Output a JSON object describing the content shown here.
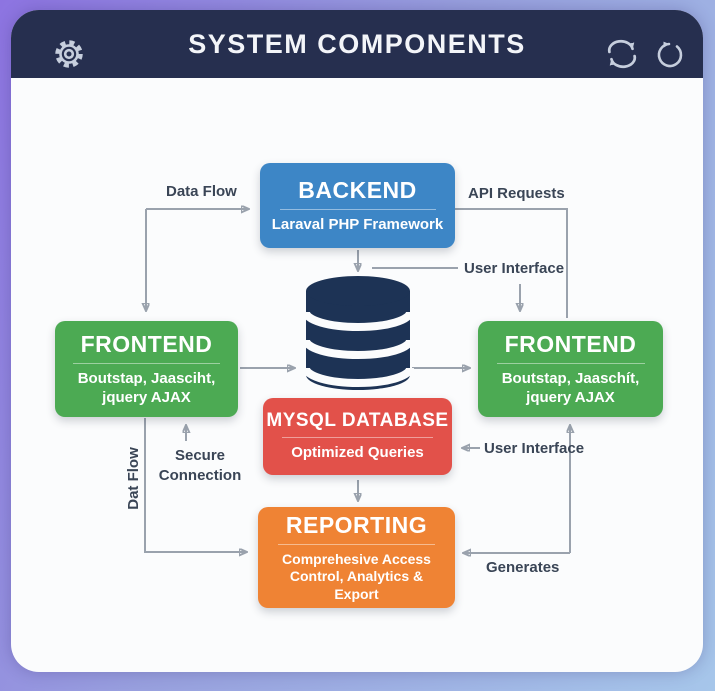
{
  "header": {
    "title": "SYSTEM COMPONENTS",
    "icons": [
      "gear-icon",
      "sync-icon",
      "refresh-icon"
    ]
  },
  "boxes": {
    "backend": {
      "title": "BACKEND",
      "subtitle": "Laraval PHP Framework",
      "color": "#3d86c6"
    },
    "frontend_left": {
      "title": "FRONTEND",
      "subtitle": "Boutstap, Jaasciht, jquery AJAX",
      "color": "#4caa53"
    },
    "frontend_right": {
      "title": "FRONTEND",
      "subtitle": "Boutstap, Jaaschít, jquery AJAX",
      "color": "#4caa53"
    },
    "mysql": {
      "title": "MYSQL DATABASE",
      "subtitle": "Optimized Queries",
      "color": "#e2514a"
    },
    "reporting": {
      "title": "REPORTING",
      "subtitle": "Comprehesive Access Control, Analytics & Export",
      "color": "#ef8334"
    }
  },
  "database_icon": "database-cylinder-icon",
  "labels": {
    "data_flow": "Data Flow",
    "api_requests": "API Requests",
    "user_interface_top": "User Interface",
    "user_interface_mid": "User Interface",
    "secure_connection": "Secure Connection",
    "dat_flow": "Dat Flow",
    "generates": "Generates"
  },
  "colors": {
    "frame_gradient_start": "#8d74e1",
    "frame_gradient_end": "#a6c6ea",
    "header_bg": "#262f4f",
    "card_bg": "#fbfcfd",
    "arrow": "#9aa2ad",
    "label_text": "#3a4556",
    "cylinder": "#1d3355",
    "header_icon": "#c6cedd"
  }
}
